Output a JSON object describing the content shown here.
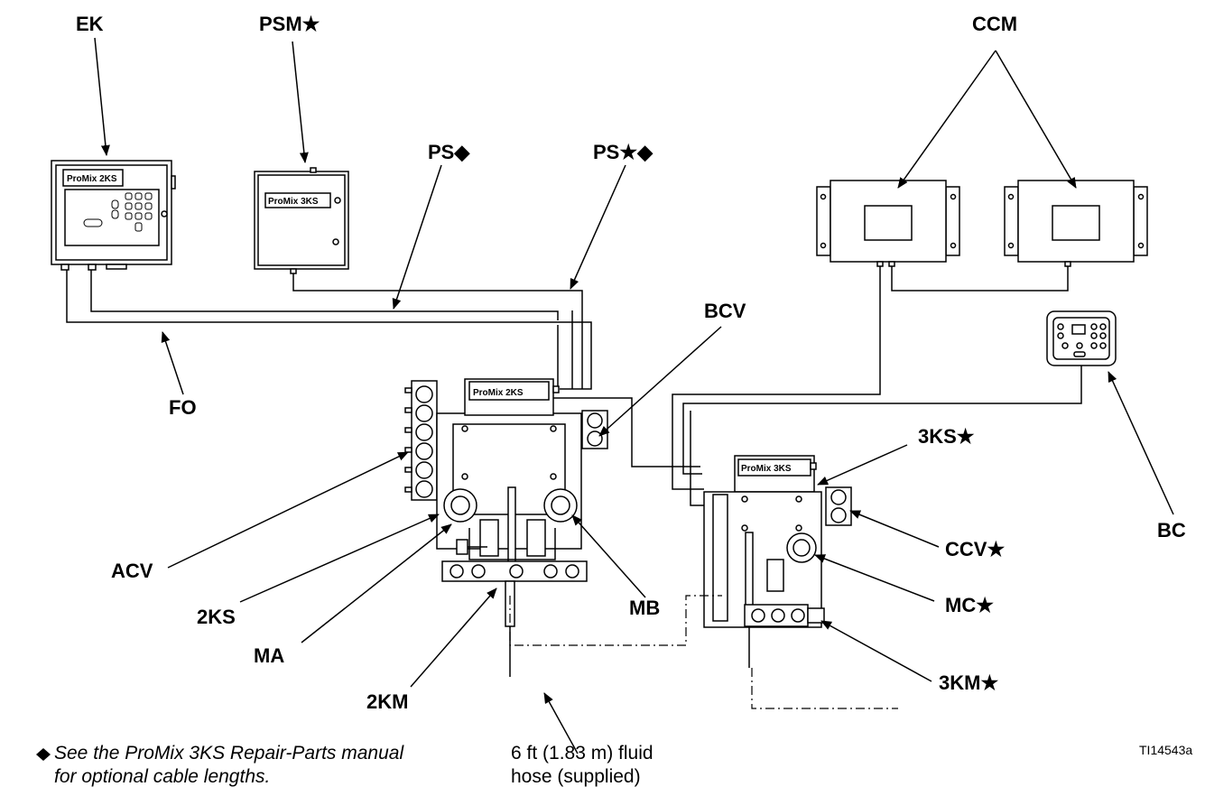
{
  "labels": {
    "ek": "EK",
    "psm": "PSM★",
    "ps1": "PS◆",
    "ps2": "PS★◆",
    "ccm": "CCM",
    "bcv": "BCV",
    "fo": "FO",
    "acv": "ACV",
    "two_ks": "2KS",
    "ma": "MA",
    "two_km": "2KM",
    "mb": "MB",
    "three_ks": "3KS★",
    "ccv": "CCV★",
    "mc": "MC★",
    "three_km": "3KM★",
    "bc": "BC"
  },
  "unit_text": {
    "ek_panel": "ProMix 2KS",
    "psm_panel": "ProMix 3KS",
    "station_2ks": "ProMix 2KS",
    "station_3ks": "ProMix 3KS"
  },
  "footnote": {
    "symbol": "◆",
    "line1": "See the ProMix 3KS Repair-Parts manual",
    "line2": "for optional cable lengths."
  },
  "hose_note": {
    "line1": "6 ft (1.83 m) fluid",
    "line2": "hose (supplied)"
  },
  "figure_id": "TI14543a"
}
